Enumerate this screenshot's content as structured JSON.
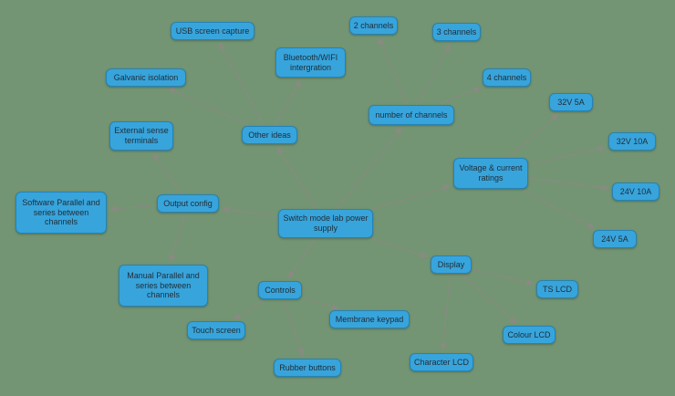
{
  "diagram": {
    "type": "mindmap",
    "colors": {
      "background": "#739573",
      "node_fill": "#38a4dc",
      "node_border": "#2583b4",
      "node_text": "#1f2d36",
      "edge": "#8a8a82"
    },
    "nodes": {
      "root": "Switch mode lab power supply",
      "num_channels": "number of  channels",
      "ch2": "2 channels",
      "ch3": "3 channels",
      "ch4": "4 channels",
      "ratings": "Voltage & current ratings",
      "v32_5": "32V 5A",
      "v32_10": "32V 10A",
      "v24_10": "24V 10A",
      "v24_5": "24V 5A",
      "display": "Display",
      "ts_lcd": "TS LCD",
      "colour_lcd": "Colour LCD",
      "character_lcd": "Character LCD",
      "controls": "Controls",
      "membrane": "Membrane keypad",
      "touch": "Touch screen",
      "rubber": "Rubber buttons",
      "output": "Output config",
      "software_parallel": "Software Parallel and series between channels",
      "manual_parallel": "Manual Parallel and series between channels",
      "ext_sense": "External sense terminals",
      "other": "Other ideas",
      "usb_capture": "USB screen capture",
      "galvanic": "Galvanic isolation",
      "bluetooth": "Bluetooth/WIFI intergration"
    },
    "edges": [
      {
        "from": "root",
        "to": "num_channels"
      },
      {
        "from": "root",
        "to": "ratings"
      },
      {
        "from": "root",
        "to": "display"
      },
      {
        "from": "root",
        "to": "controls"
      },
      {
        "from": "root",
        "to": "output"
      },
      {
        "from": "root",
        "to": "other"
      },
      {
        "from": "num_channels",
        "to": "ch2"
      },
      {
        "from": "num_channels",
        "to": "ch3"
      },
      {
        "from": "num_channels",
        "to": "ch4"
      },
      {
        "from": "ratings",
        "to": "v32_5"
      },
      {
        "from": "ratings",
        "to": "v32_10"
      },
      {
        "from": "ratings",
        "to": "v24_10"
      },
      {
        "from": "ratings",
        "to": "v24_5"
      },
      {
        "from": "display",
        "to": "ts_lcd"
      },
      {
        "from": "display",
        "to": "colour_lcd"
      },
      {
        "from": "display",
        "to": "character_lcd"
      },
      {
        "from": "controls",
        "to": "membrane"
      },
      {
        "from": "controls",
        "to": "touch"
      },
      {
        "from": "controls",
        "to": "rubber"
      },
      {
        "from": "output",
        "to": "software_parallel"
      },
      {
        "from": "output",
        "to": "manual_parallel"
      },
      {
        "from": "output",
        "to": "ext_sense"
      },
      {
        "from": "other",
        "to": "usb_capture"
      },
      {
        "from": "other",
        "to": "galvanic"
      },
      {
        "from": "other",
        "to": "bluetooth"
      }
    ]
  }
}
